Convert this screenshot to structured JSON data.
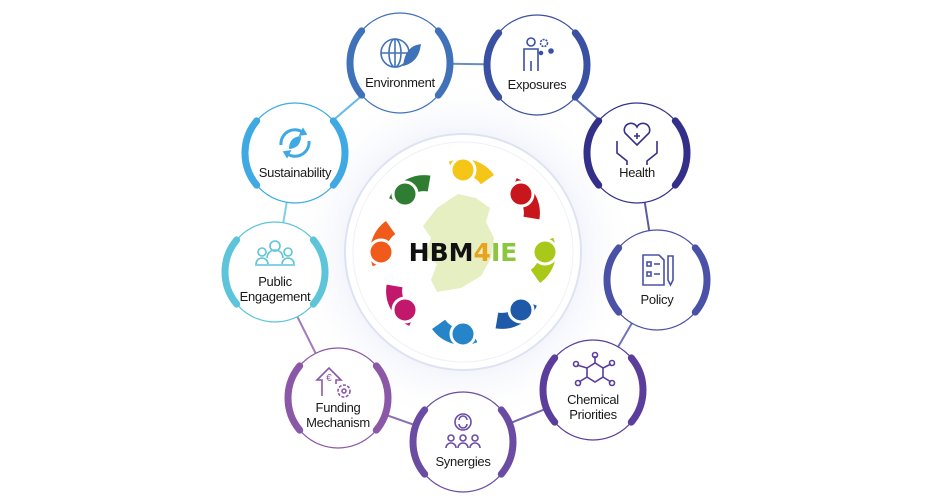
{
  "center": {
    "logo_parts": [
      "HBM",
      "4",
      "IE"
    ],
    "colors": {
      "dark": "#111111",
      "four": "#e8a21b",
      "ie": "#8cc63f",
      "map": "#e6efc2"
    }
  },
  "people_colors": [
    "#f5c518",
    "#c8161d",
    "#a8c81a",
    "#1e5aa8",
    "#2585c8",
    "#c2186b",
    "#f05a1a",
    "#2e7d32"
  ],
  "nodes": [
    {
      "id": "environment",
      "label_lines": [
        "Environment"
      ],
      "icon": "globe-leaf-icon",
      "color": "#3f72b8"
    },
    {
      "id": "exposures",
      "label_lines": [
        "Exposures"
      ],
      "icon": "person-gears-icon",
      "color": "#3a50a2"
    },
    {
      "id": "health",
      "label_lines": [
        "Health"
      ],
      "icon": "hands-heart-icon",
      "color": "#34308a"
    },
    {
      "id": "policy",
      "label_lines": [
        "Policy"
      ],
      "icon": "document-pen-icon",
      "color": "#4a52a8"
    },
    {
      "id": "chemical-priorities",
      "label_lines": [
        "Chemical",
        "Priorities"
      ],
      "icon": "molecule-icon",
      "color": "#5b3d9c"
    },
    {
      "id": "synergies",
      "label_lines": [
        "Synergies"
      ],
      "icon": "group-cycle-icon",
      "color": "#6b4ca3"
    },
    {
      "id": "funding-mechanism",
      "label_lines": [
        "Funding",
        "Mechanism"
      ],
      "icon": "euro-gear-icon",
      "color": "#8b58a8"
    },
    {
      "id": "public-engagement",
      "label_lines": [
        "Public",
        "Engagement"
      ],
      "icon": "people-group-icon",
      "color": "#5ec4da"
    },
    {
      "id": "sustainability",
      "label_lines": [
        "Sustainability"
      ],
      "icon": "recycle-leaf-icon",
      "color": "#3ea9e2"
    }
  ]
}
